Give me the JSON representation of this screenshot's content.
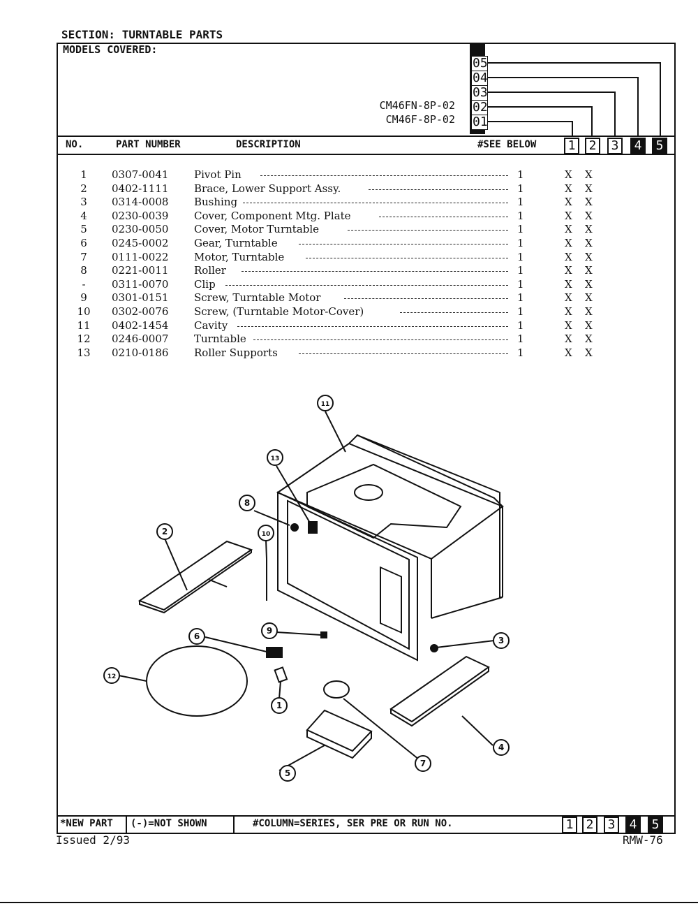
{
  "section_title": "SECTION: TURNTABLE PARTS",
  "models_covered_label": "MODELS COVERED:",
  "models": [
    "CM46FN-8P-02",
    "CM46F-8P-02"
  ],
  "model_codes": [
    "05",
    "04",
    "03",
    "02",
    "01"
  ],
  "headers": {
    "no": "NO.",
    "part_number": "PART NUMBER",
    "description": "DESCRIPTION",
    "see_below": "#SEE BELOW",
    "columns": [
      "1",
      "2",
      "3",
      "4",
      "5"
    ]
  },
  "parts": [
    {
      "no": "1",
      "part": "0307-0041",
      "desc": "Pivot Pin",
      "qty": "1",
      "c1": "X",
      "c2": "X"
    },
    {
      "no": "2",
      "part": "0402-1111",
      "desc": "Brace, Lower Support Assy.",
      "qty": "1",
      "c1": "X",
      "c2": "X"
    },
    {
      "no": "3",
      "part": "0314-0008",
      "desc": "Bushing",
      "qty": "1",
      "c1": "X",
      "c2": "X"
    },
    {
      "no": "4",
      "part": "0230-0039",
      "desc": "Cover, Component Mtg. Plate",
      "qty": "1",
      "c1": "X",
      "c2": "X"
    },
    {
      "no": "5",
      "part": "0230-0050",
      "desc": "Cover, Motor Turntable",
      "qty": "1",
      "c1": "X",
      "c2": "X"
    },
    {
      "no": "6",
      "part": "0245-0002",
      "desc": "Gear, Turntable",
      "qty": "1",
      "c1": "X",
      "c2": "X"
    },
    {
      "no": "7",
      "part": "0111-0022",
      "desc": "Motor, Turntable",
      "qty": "1",
      "c1": "X",
      "c2": "X"
    },
    {
      "no": "8",
      "part": "0221-0011",
      "desc": "Roller",
      "qty": "1",
      "c1": "X",
      "c2": "X"
    },
    {
      "no": "-",
      "part": "0311-0070",
      "desc": "Clip",
      "qty": "1",
      "c1": "X",
      "c2": "X"
    },
    {
      "no": "9",
      "part": "0301-0151",
      "desc": "Screw, Turntable Motor",
      "qty": "1",
      "c1": "X",
      "c2": "X"
    },
    {
      "no": "10",
      "part": "0302-0076",
      "desc": "Screw, (Turntable Motor-Cover)",
      "qty": "1",
      "c1": "X",
      "c2": "X"
    },
    {
      "no": "11",
      "part": "0402-1454",
      "desc": "Cavity",
      "qty": "1",
      "c1": "X",
      "c2": "X"
    },
    {
      "no": "12",
      "part": "0246-0007",
      "desc": "Turntable",
      "qty": "1",
      "c1": "X",
      "c2": "X"
    },
    {
      "no": "13",
      "part": "0210-0186",
      "desc": "Roller Supports",
      "qty": "1",
      "c1": "X",
      "c2": "X"
    }
  ],
  "callouts": [
    "1",
    "2",
    "3",
    "4",
    "5",
    "6",
    "7",
    "8",
    "9",
    "10",
    "11",
    "12",
    "13"
  ],
  "footer": {
    "new_part": "*NEW PART",
    "not_shown": "(-)=NOT SHOWN",
    "column_note": "#COLUMN=SERIES, SER PRE OR RUN NO.",
    "columns": [
      "1",
      "2",
      "3",
      "4",
      "5"
    ]
  },
  "issued": "Issued 2/93",
  "doc_code": "RMW-76"
}
